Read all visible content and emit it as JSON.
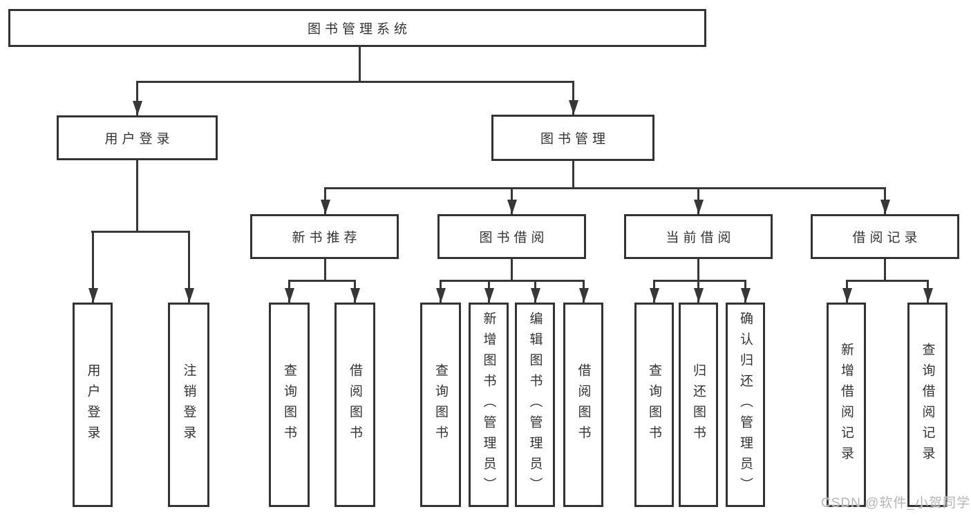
{
  "diagram": {
    "root": "图书管理系统",
    "level2": {
      "user_login": "用户登录",
      "book_management": "图书管理"
    },
    "level3": {
      "new_book_recommend": "新书推荐",
      "book_borrow": "图书借阅",
      "current_borrow": "当前借阅",
      "borrow_records": "借阅记录"
    },
    "leaves": {
      "user_login_leaf": "用户登录",
      "logout": "注销登录",
      "query_books_1": "查询图书",
      "borrow_books_1": "借阅图书",
      "query_books_2": "查询图书",
      "add_books_admin": "新增图书（管理员）",
      "edit_books_admin": "编辑图书（管理员）",
      "borrow_books_2": "借阅图书",
      "query_books_3": "查询图书",
      "return_books": "归还图书",
      "confirm_return_admin": "确认归还（管理员）",
      "add_borrow_record": "新增借阅记录",
      "query_borrow_record": "查询借阅记录"
    },
    "colors": {
      "line": "#373737",
      "text": "#333333",
      "watermark": "#b5b5b5"
    }
  },
  "watermark": "CSDN @软件_小贺同学"
}
